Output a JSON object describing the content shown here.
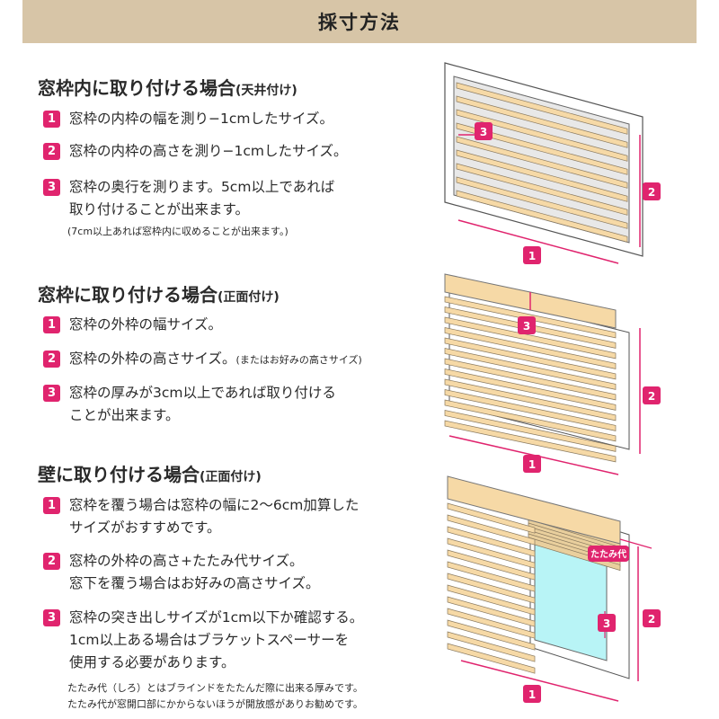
{
  "header": {
    "title": "採寸方法"
  },
  "colors": {
    "accent": "#e0246e",
    "header_bg": "#d7c5a7",
    "slat": "#f6d9a6",
    "glass": "#b8f4f6"
  },
  "sections": [
    {
      "title": "窓枠内に取り付ける場合",
      "subtitle": "(天井付け)",
      "items": [
        {
          "num": "1",
          "lines": [
            "窓枠の内枠の幅を測り−1cmしたサイズ。"
          ]
        },
        {
          "num": "2",
          "lines": [
            "窓枠の内枠の高さを測り−1cmしたサイズ。"
          ]
        },
        {
          "num": "3",
          "lines": [
            "窓枠の奥行を測ります。5cm以上であれば",
            "取り付けることが出来ます。"
          ]
        }
      ],
      "note": "(7cm以上あれば窓枠内に収めることが出来ます。)"
    },
    {
      "title": "窓枠に取り付ける場合",
      "subtitle": "(正面付け)",
      "items": [
        {
          "num": "1",
          "lines": [
            "窓枠の外枠の幅サイズ。"
          ]
        },
        {
          "num": "2",
          "lines": [
            "窓枠の外枠の高さサイズ。"
          ],
          "aside": "(またはお好みの高さサイズ)"
        },
        {
          "num": "3",
          "lines": [
            "窓枠の厚みが3cm以上であれば取り付ける",
            "ことが出来ます。"
          ]
        }
      ]
    },
    {
      "title": "壁に取り付ける場合",
      "subtitle": "(正面付け)",
      "items": [
        {
          "num": "1",
          "lines": [
            "窓枠を覆う場合は窓枠の幅に2〜6cm加算した",
            "サイズがおすすめです。"
          ]
        },
        {
          "num": "2",
          "lines": [
            "窓枠の外枠の高さ+たたみ代サイズ。",
            "窓下を覆う場合はお好みの高さサイズ。"
          ]
        },
        {
          "num": "3",
          "lines": [
            "窓枠の突き出しサイズが1cm以下か確認する。",
            "1cm以上ある場合はブラケットスペーサーを",
            "使用する必要があります。"
          ]
        }
      ],
      "notes": [
        "たたみ代（しろ）とはブラインドをたたんだ際に出来る厚みです。",
        "たたみ代が窓開口部にかからないほうが開放感がありお勧めです。"
      ]
    }
  ],
  "diagrams": {
    "d1": {
      "badges": [
        "1",
        "2",
        "3"
      ]
    },
    "d2": {
      "badges": [
        "1",
        "2",
        "3"
      ]
    },
    "d3": {
      "badges": [
        "1",
        "2",
        "3"
      ],
      "tatami_label": "たたみ代"
    }
  }
}
